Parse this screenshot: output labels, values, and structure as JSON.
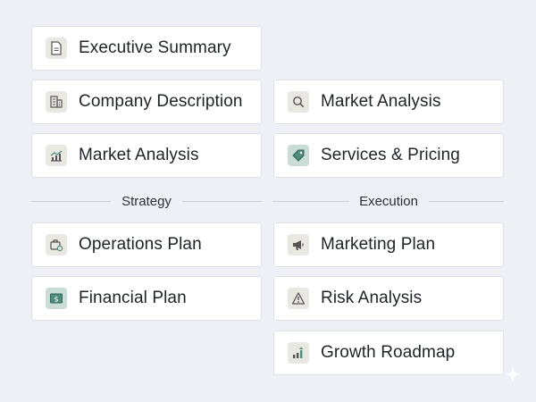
{
  "left_column": {
    "executive_summary": "Executive Summary",
    "company_description": "Company Description",
    "market_analysis": "Market Analysis",
    "operations_plan": "Operations Plan",
    "financial_plan": "Financial Plan"
  },
  "right_column": {
    "market_analysis": "Market Analysis",
    "services_pricing": "Services & Pricing",
    "marketing_plan": "Marketing Plan",
    "risk_analysis": "Risk Analysis",
    "growth_roadmap": "Growth Roadmap"
  },
  "dividers": {
    "strategy": "Strategy",
    "execution": "Execution"
  },
  "icons": {
    "executive_summary": "document-icon",
    "company_description": "building-icon",
    "market_analysis_left": "chart-trend-icon",
    "market_analysis_right": "magnifier-icon",
    "services_pricing": "price-tag-icon",
    "operations_plan": "briefcase-gear-icon",
    "financial_plan": "banknote-icon",
    "marketing_plan": "megaphone-icon",
    "risk_analysis": "warning-icon",
    "growth_roadmap": "growth-bars-icon"
  },
  "colors": {
    "background": "#eef0f5",
    "card": "#ffffff",
    "icon_tile": "#e8e7e1",
    "accent_teal": "#4e8c7d",
    "text": "#1f2328"
  }
}
